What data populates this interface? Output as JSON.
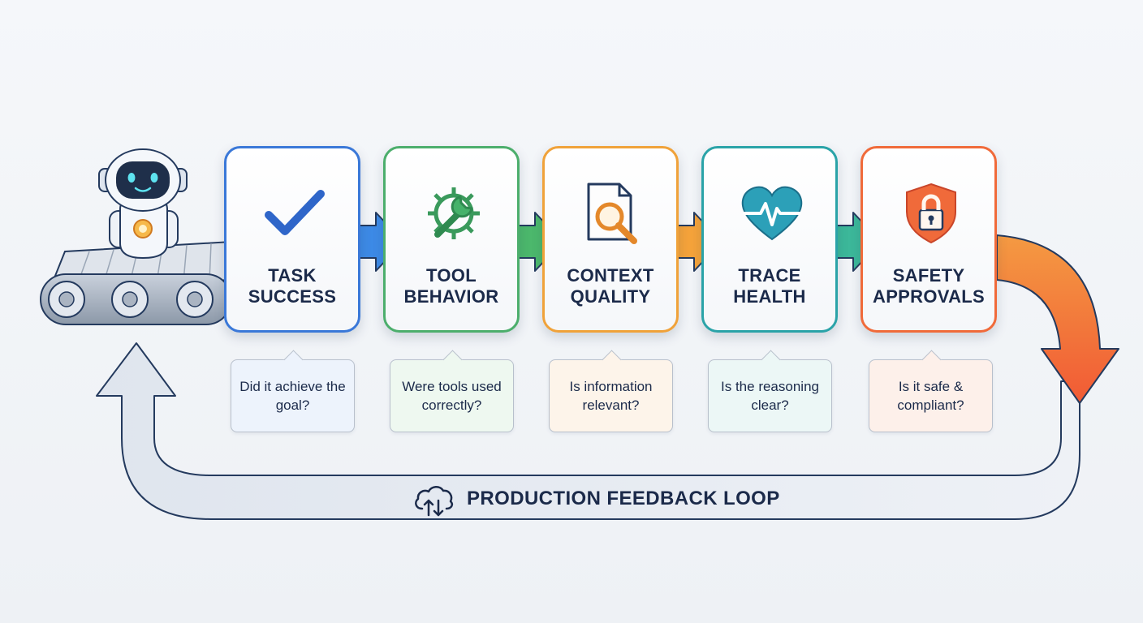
{
  "stages": [
    {
      "title_line1": "TASK",
      "title_line2": "SUCCESS",
      "question": "Did it achieve the goal?",
      "icon": "checkmark-icon",
      "color": "#3a78d8",
      "tint": "#edf3fc"
    },
    {
      "title_line1": "TOOL",
      "title_line2": "BEHAVIOR",
      "question": "Were tools used correctly?",
      "icon": "wrench-gear-icon",
      "color": "#4cae6c",
      "tint": "#eef8f0"
    },
    {
      "title_line1": "CONTEXT",
      "title_line2": "QUALITY",
      "question": "Is information relevant?",
      "icon": "document-search-icon",
      "color": "#f0a23a",
      "tint": "#fdf4ea"
    },
    {
      "title_line1": "TRACE",
      "title_line2": "HEALTH",
      "question": "Is the reasoning clear?",
      "icon": "heart-pulse-icon",
      "color": "#2aa3a8",
      "tint": "#ecf7f6"
    },
    {
      "title_line1": "SAFETY",
      "title_line2": "APPROVALS",
      "question": "Is it safe & compliant?",
      "icon": "shield-lock-icon",
      "color": "#f06a3a",
      "tint": "#fdf0ea"
    }
  ],
  "feedback_loop": {
    "label": "PRODUCTION FEEDBACK LOOP",
    "icon": "cloud-sync-icon"
  },
  "colors": {
    "text": "#1b2a4a",
    "loop_fill": "#dfe5ee",
    "loop_stroke": "#243a5e",
    "exit_arrow": "#f26b35"
  }
}
